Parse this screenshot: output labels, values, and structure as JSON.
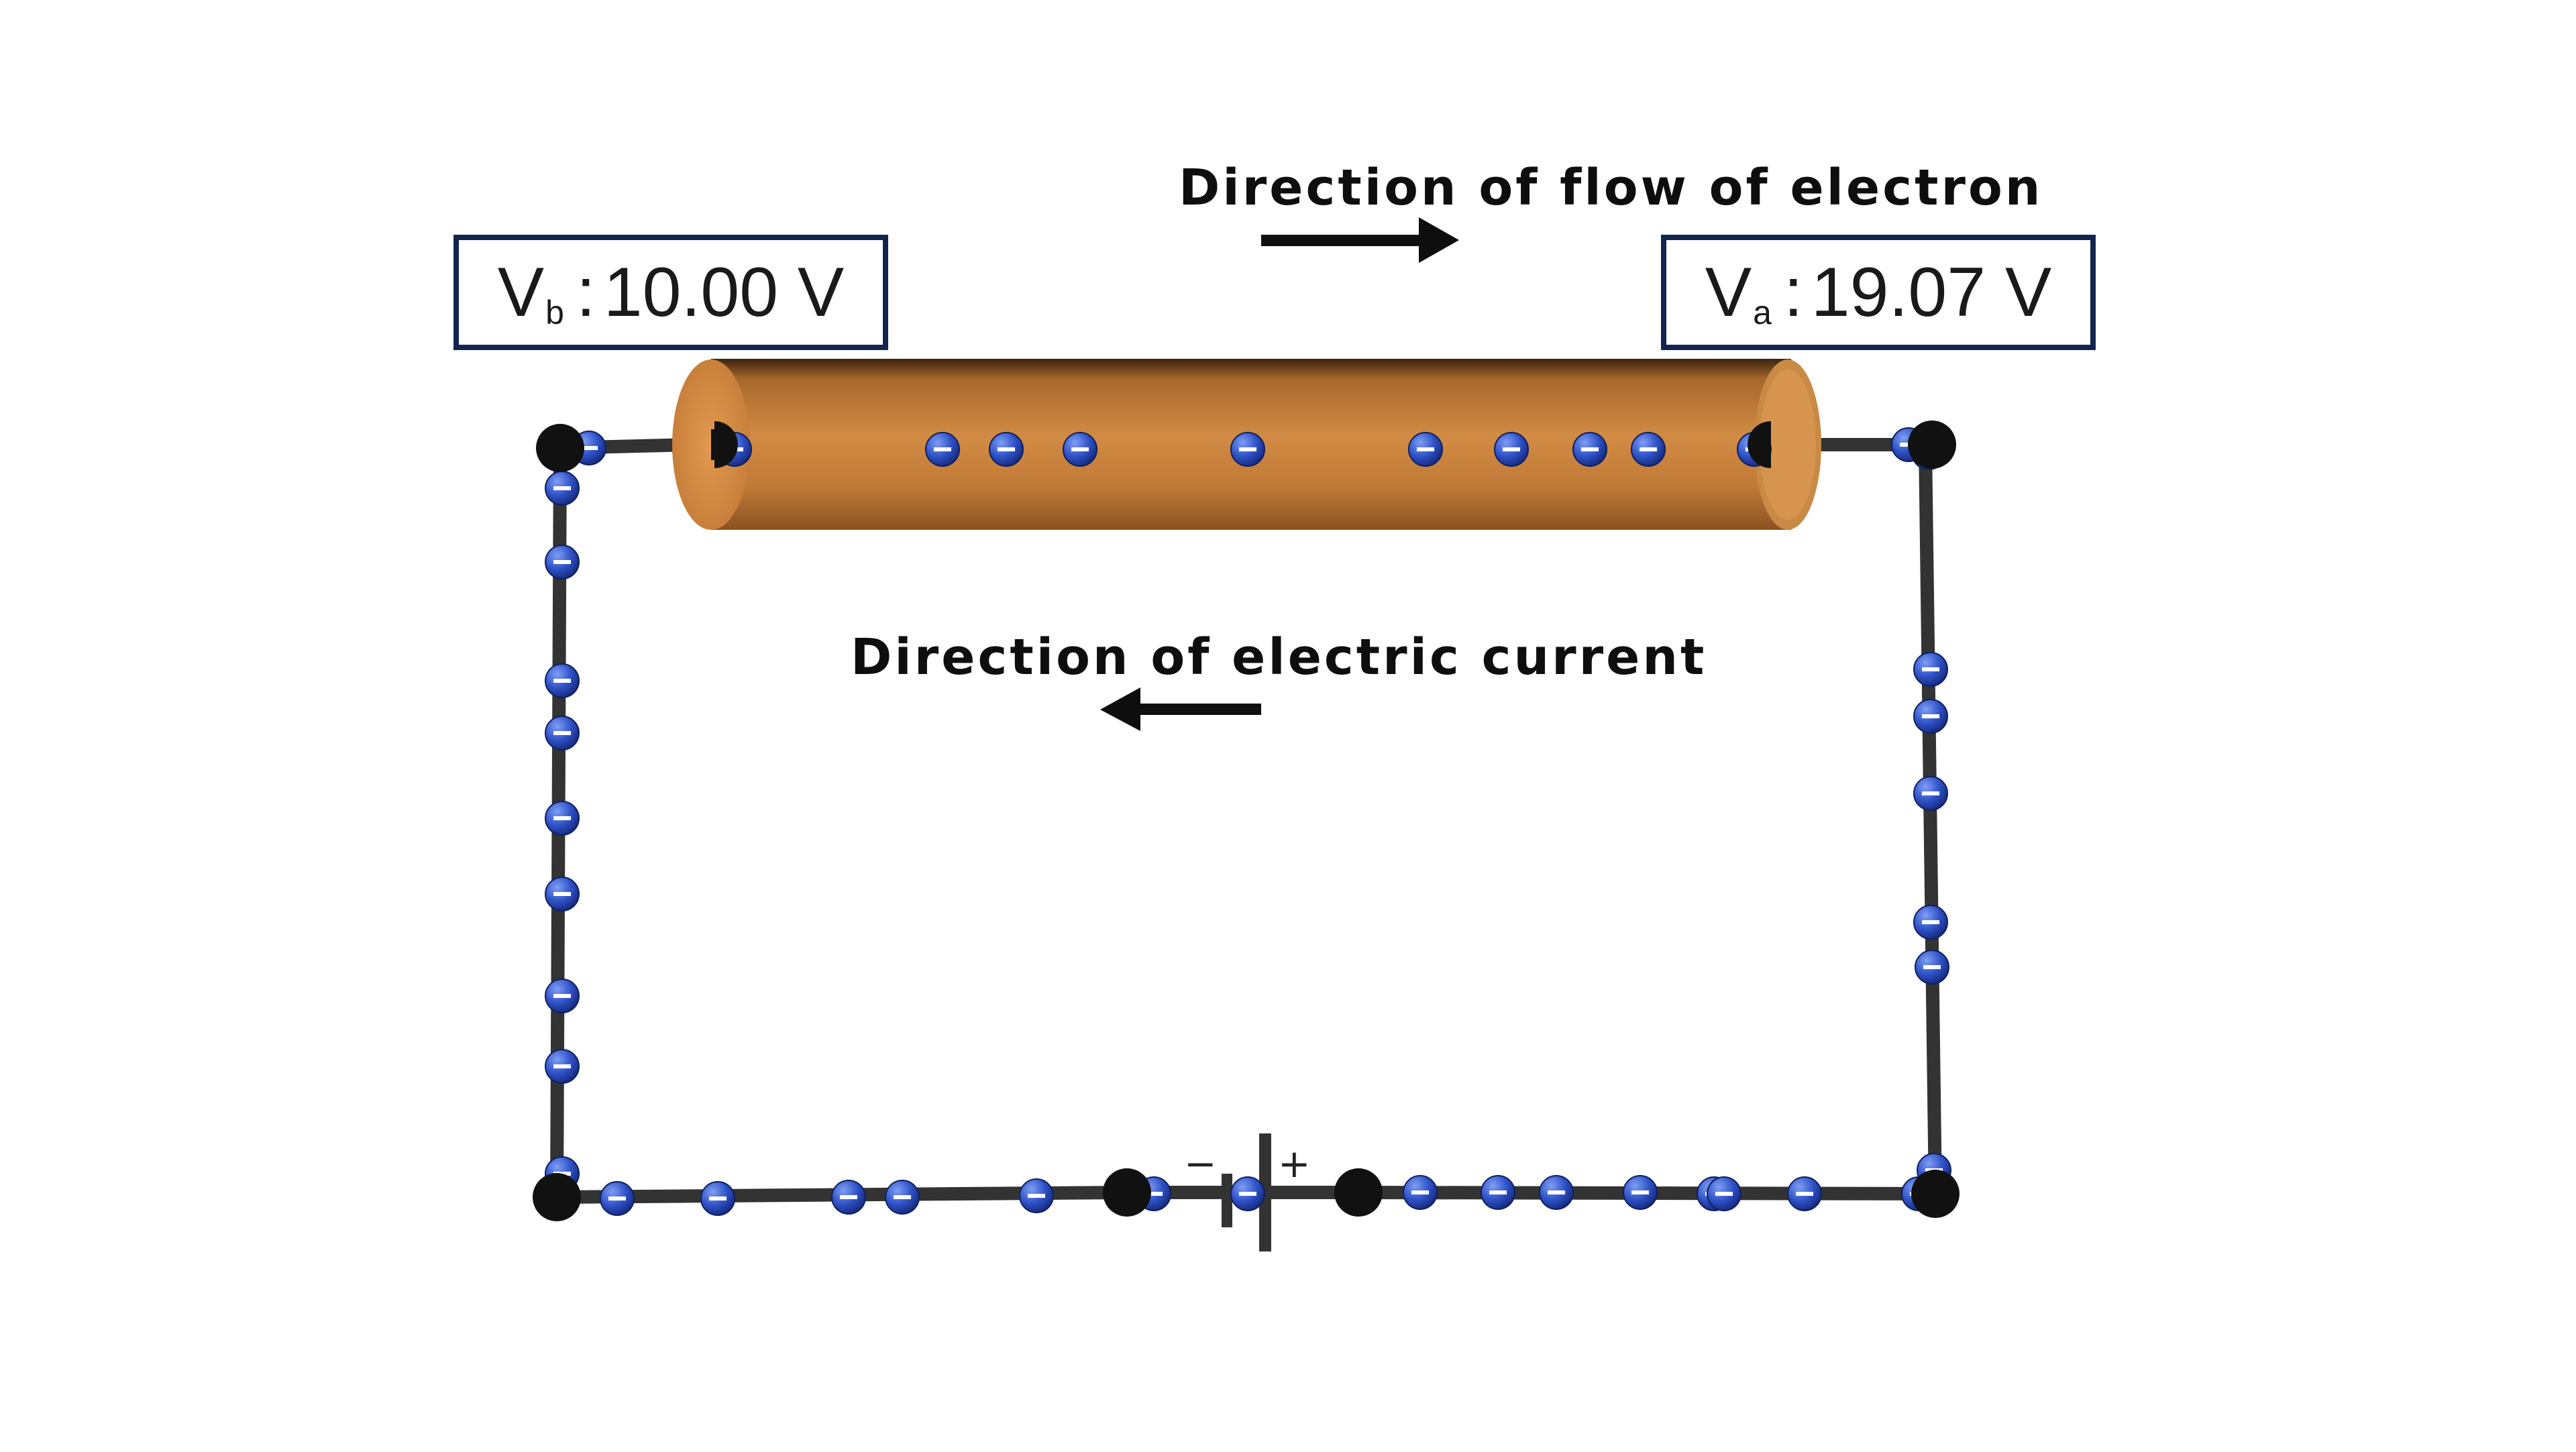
{
  "labels": {
    "electron_flow": "Direction of flow of electron",
    "electric_current": "Direction of electric current"
  },
  "voltage_b": {
    "symbol": "V",
    "subscript": "b",
    "separator": ":",
    "value": "10.00 V"
  },
  "voltage_a": {
    "symbol": "V",
    "subscript": "a",
    "separator": ":",
    "value": "19.07 V"
  },
  "battery": {
    "negative": "−",
    "positive": "+"
  },
  "colors": {
    "conductor": "#c9843e",
    "electron": "#2f52c8",
    "wire": "#333333",
    "node": "#111111",
    "box_border": "#13254f"
  }
}
